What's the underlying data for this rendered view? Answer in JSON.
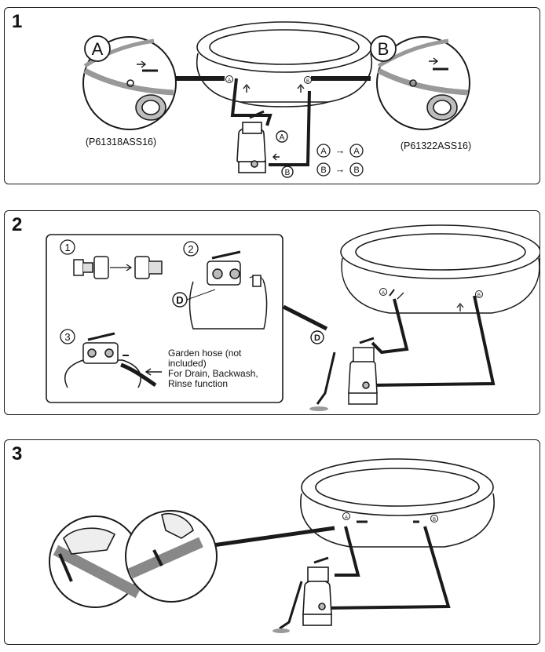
{
  "steps": [
    "1",
    "2",
    "3"
  ],
  "connector_labels": {
    "a": "A",
    "b": "B",
    "d": "D"
  },
  "part_numbers": {
    "left": "(P61318ASS16)",
    "right": "(P61322ASS16)"
  },
  "mapping": [
    {
      "from": "A",
      "arrow": "→",
      "to": "A"
    },
    {
      "from": "B",
      "arrow": "→",
      "to": "B"
    }
  ],
  "substeps": [
    "1",
    "2",
    "3"
  ],
  "garden_hose_note": "Garden hose (not\nincluded)\nFor Drain, Backwash,\nRinse function",
  "colors": {
    "line": "#1a1a1a",
    "shade": "#d8d8d8",
    "dark_shade": "#9a9a9a"
  }
}
